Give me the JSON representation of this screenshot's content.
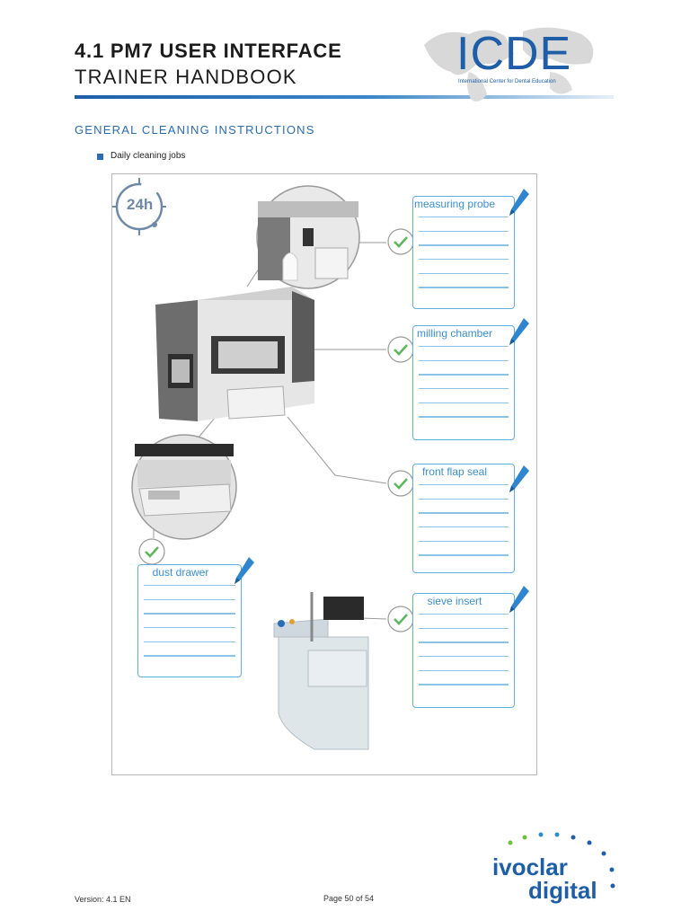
{
  "header": {
    "title": "4.1 PM7 USER INTERFACE",
    "subtitle": "TRAINER HANDBOOK",
    "logo_text": "ICDE",
    "logo_subtext": "International Center for Dental Education"
  },
  "section": {
    "heading": "GENERAL CLEANING INSTRUCTIONS",
    "bullet": "Daily cleaning jobs"
  },
  "figure": {
    "clock_label": "24h",
    "cards": [
      {
        "label": "measuring probe"
      },
      {
        "label": "milling chamber"
      },
      {
        "label": "front flap seal"
      },
      {
        "label": "dust drawer"
      },
      {
        "label": "sieve insert"
      }
    ]
  },
  "footer": {
    "version": "Version: 4.1 EN",
    "page": "Page 50 of 54",
    "brand_line1": "ivoclar",
    "brand_line2": "digital"
  },
  "colors": {
    "accent": "#2a6db4",
    "card_border": "#5fb0e0",
    "check_green": "#5cb85c"
  }
}
